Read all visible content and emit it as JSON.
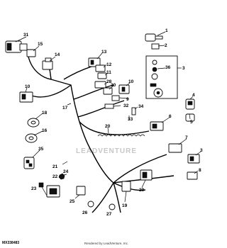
{
  "diagram": {
    "callouts": {
      "c1": "1",
      "c2": "2",
      "c3": "3",
      "c4": "4",
      "c5": "5",
      "c6": "6",
      "c7": "7",
      "c8": "8",
      "c9": "9",
      "c10": "10",
      "c11": "11",
      "c12": "12",
      "c13": "13",
      "c14": "14",
      "c15": "15",
      "c16": "16",
      "c17": "17",
      "c18": "18",
      "c19": "19",
      "c20": "20",
      "c21": "21",
      "c22": "22",
      "c23": "23",
      "c24": "24",
      "c25": "25",
      "c26": "26",
      "c27": "27",
      "c28": "28",
      "c29": "29",
      "c30": "30",
      "c31": "31",
      "c32": "32",
      "c33": "33",
      "c34": "34",
      "c35": "35",
      "c36": "36"
    }
  },
  "watermark": "LEADVENTURE",
  "reference_code": "MX338483",
  "footer": "Rendered by LeadVenture, Inc."
}
